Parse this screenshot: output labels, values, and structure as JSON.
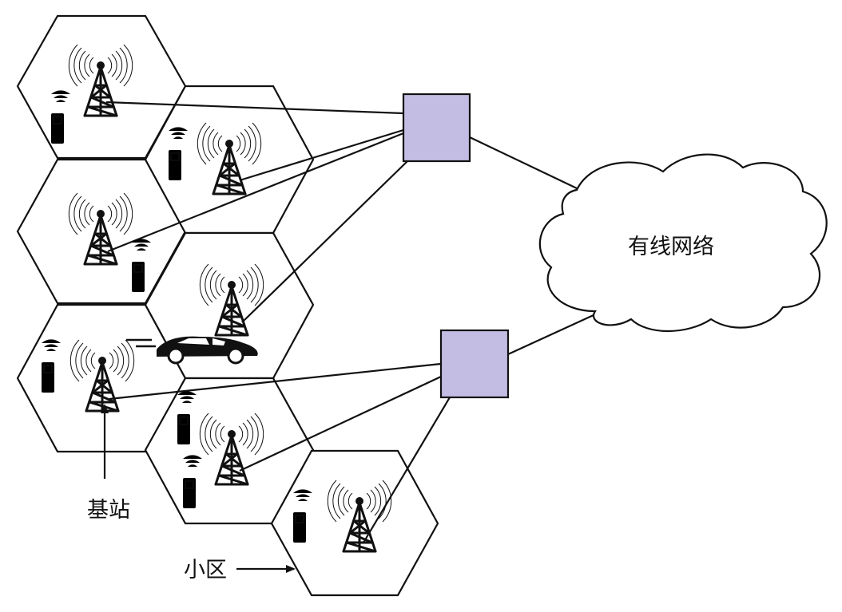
{
  "labels": {
    "wired_network": "有线网络",
    "base_station": "基站",
    "cell": "小区"
  },
  "colors": {
    "switch_fill": "#c3bde3",
    "line": "#111111"
  },
  "icons": [
    "tower-icon",
    "mobile-phone-icon",
    "car-icon",
    "cloud-icon",
    "switch-node-icon"
  ]
}
